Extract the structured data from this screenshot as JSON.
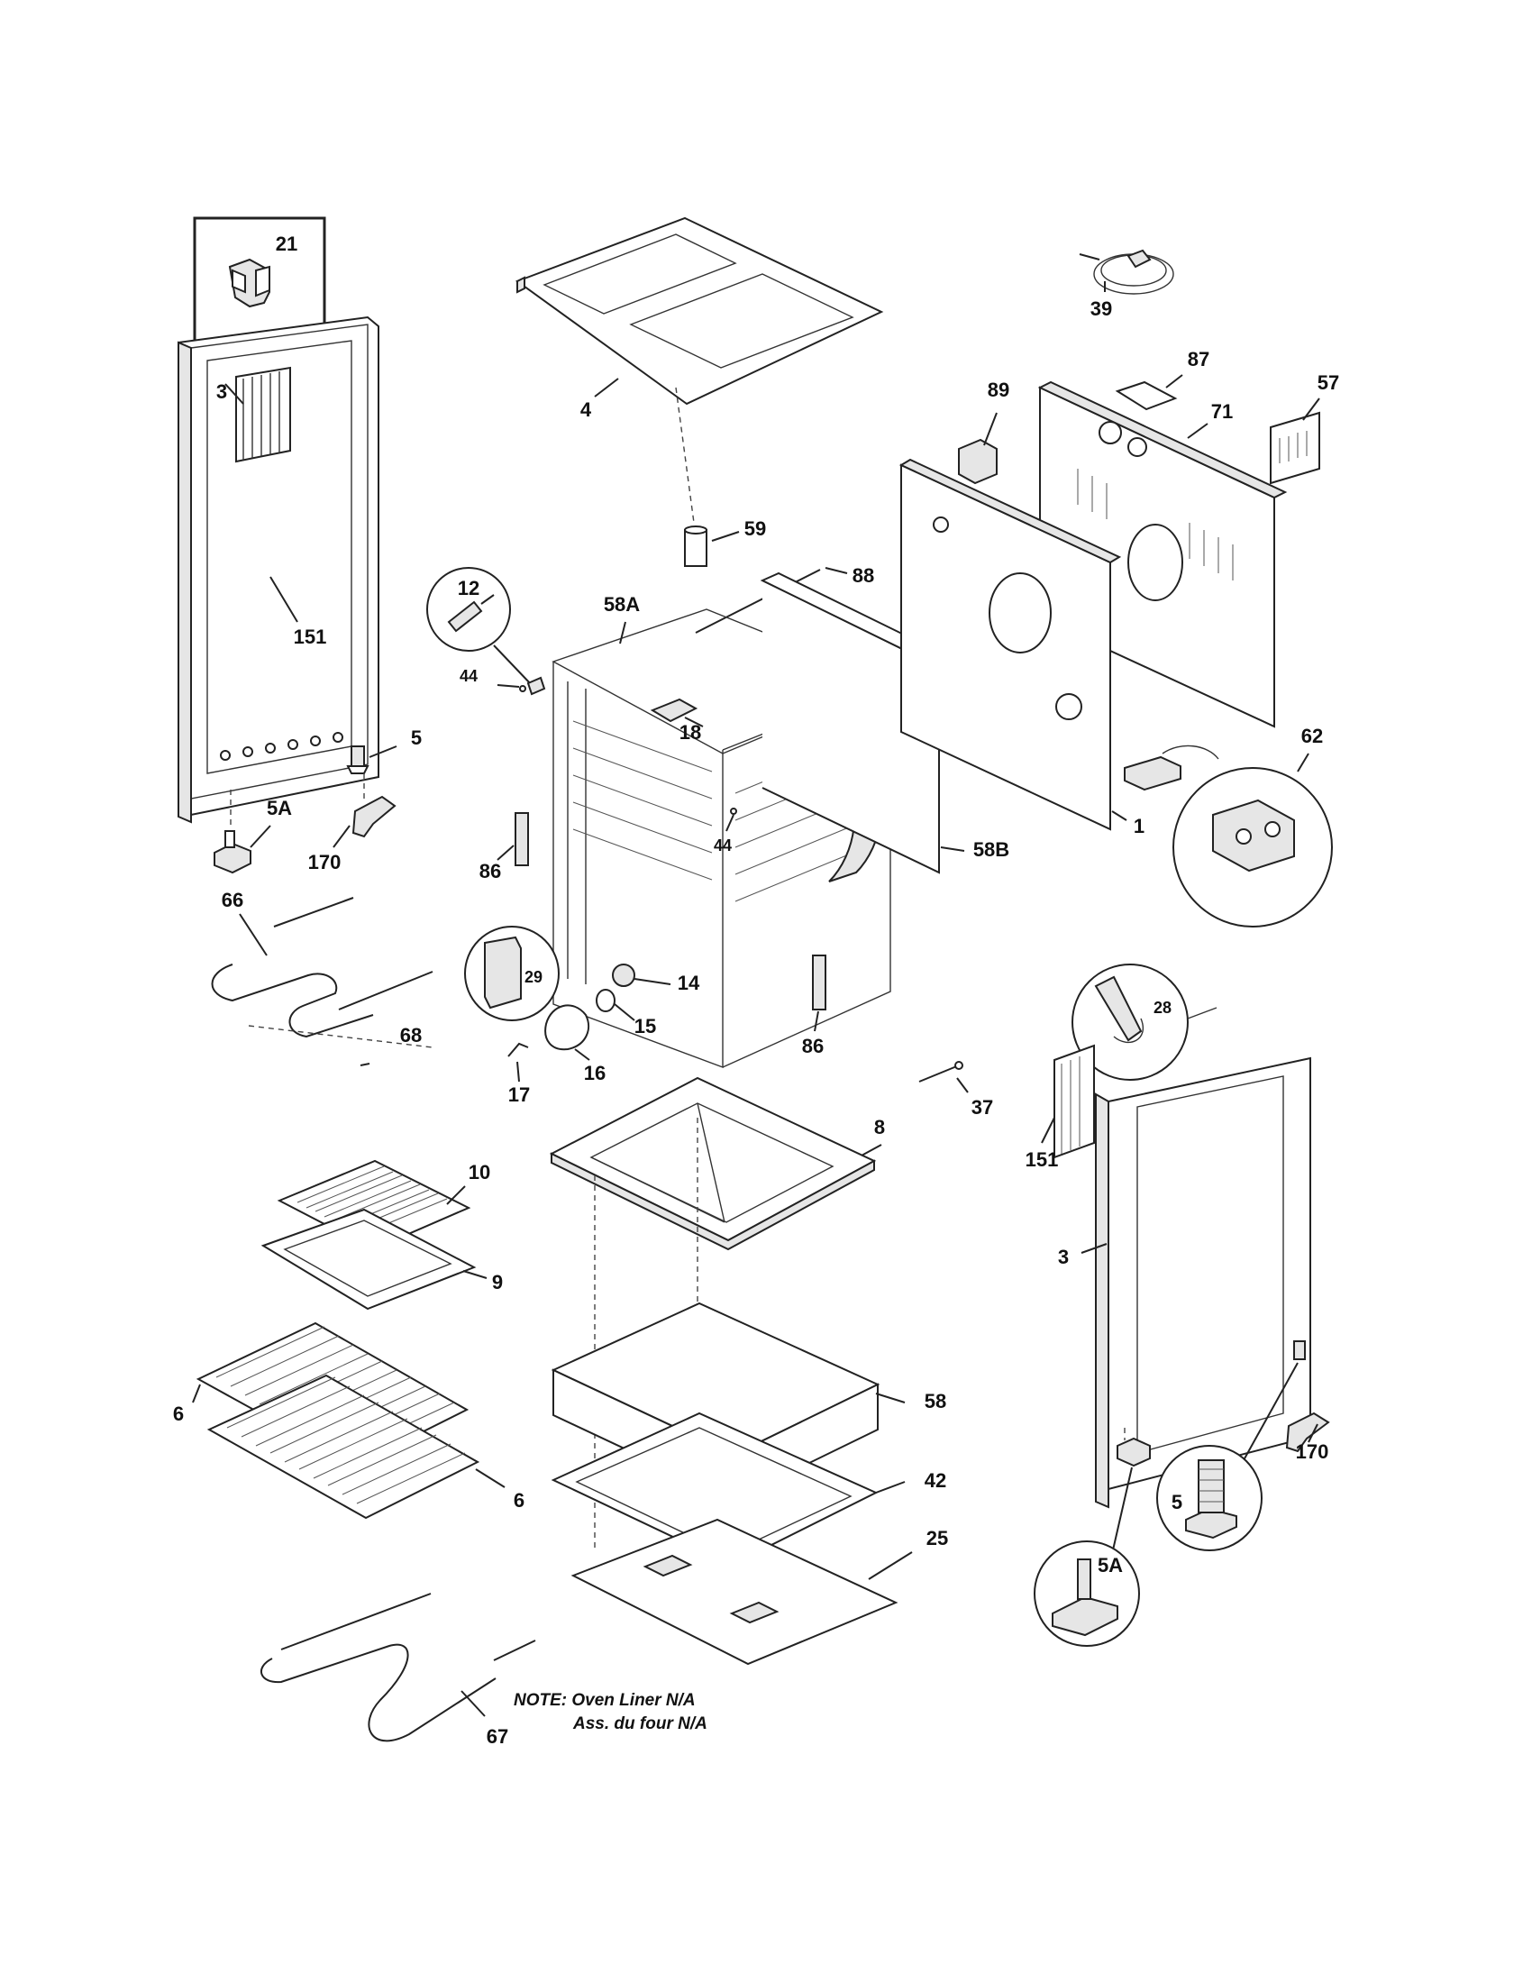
{
  "labels": {
    "p21": "21",
    "p3_left": "3",
    "p151_left": "151",
    "p5_left": "5",
    "p5A_left": "5A",
    "p170_left": "170",
    "p4": "4",
    "p59": "59",
    "p88": "88",
    "p58A": "58A",
    "p12": "12",
    "p44_a": "44",
    "p18": "18",
    "p44_b": "44",
    "p86_left": "86",
    "p58B": "58B",
    "p66": "66",
    "p68": "68",
    "p29": "29",
    "p14": "14",
    "p15": "15",
    "p16": "16",
    "p17": "17",
    "p86_right": "86",
    "p39": "39",
    "p87": "87",
    "p57": "57",
    "p89": "89",
    "p71": "71",
    "p62": "62",
    "p1": "1",
    "p28": "28",
    "p37": "37",
    "p151_right": "151",
    "p3_right": "3",
    "p8": "8",
    "p10": "10",
    "p9": "9",
    "p6_a": "6",
    "p6_b": "6",
    "p58": "58",
    "p42": "42",
    "p25": "25",
    "p170_right": "170",
    "p5_right": "5",
    "p5A_right": "5A",
    "p67": "67"
  },
  "note": {
    "line1": "NOTE: Oven Liner N/A",
    "line2": "Ass. du four N/A"
  }
}
